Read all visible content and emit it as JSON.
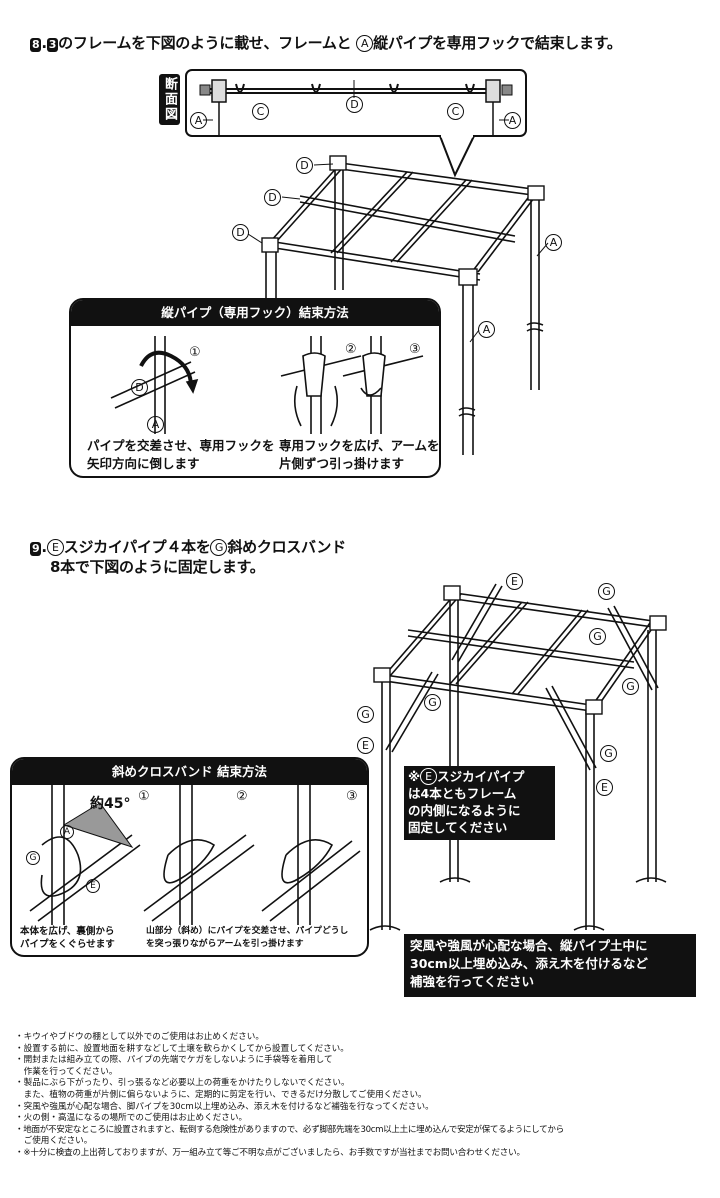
{
  "step8": {
    "badge_a": "8",
    "badge_b": "3",
    "sep": ".",
    "text_a": "のフレームを下図のように載せ、フレームと",
    "circle": "A",
    "text_b": "縦パイプを専用フックで結束します。"
  },
  "section_label": "断面図",
  "labels": {
    "a": "A",
    "c": "C",
    "d": "D",
    "e": "E",
    "g": "G"
  },
  "hook_panel": {
    "title": "縦パイプ（専用フック）結束方法",
    "step1": "①",
    "step2": "②",
    "step3": "③",
    "caption_left": [
      "パイプを交差させ、専用フックを",
      "矢印方向に倒します"
    ],
    "caption_right": [
      "専用フックを広げ、アームを",
      "片側ずつ引っ掛けます"
    ]
  },
  "step9": {
    "badge": "9",
    "sep": ".",
    "circle_e": "E",
    "text_a": "スジカイパイプ４本を",
    "circle_g": "G",
    "text_b": "斜めクロスバンド",
    "line2": "8本で下図のように固定します。"
  },
  "note_inside": [
    "※",
    "E",
    "スジカイパイプ",
    "は4本ともフレーム",
    "の内側になるように",
    "固定してください"
  ],
  "note_wind": [
    "突風や強風が心配な場合、縦パイプ土中に",
    "30cm以上埋め込み、添え木を付けるなど",
    "補強を行ってください"
  ],
  "band_panel": {
    "title": "斜めクロスバンド 結束方法",
    "angle": "約45°",
    "step1": "①",
    "step2": "②",
    "step3": "③",
    "caption_left": [
      "本体を広げ、裏側から",
      "パイプをくぐらせます"
    ],
    "caption_mid": [
      "山部分（斜め）にパイプを交差させ、パイプどうし",
      "を突っ張りながらアームを引っ掛けます"
    ]
  },
  "notes": [
    "・キウイやブドウの棚として以外でのご使用はお止めください。",
    "・設置する前に、設置地面を耕すなどして土壌を軟らかくしてから設置してください。",
    "・開封または組み立ての際、パイプの先端でケガをしないように手袋等を着用して",
    "　作業を行ってください。",
    "・製品にぶら下がったり、引っ張るなど必要以上の荷重をかけたりしないでください。",
    "　また、植物の荷重が片側に偏らないように、定期的に剪定を行い、できるだけ分散してご使用ください。",
    "・突風や強風が心配な場合、脚パイプを30cm以上埋め込み、添え木を付けるなど補強を行なってください。",
    "・火の側・高温になるの場所でのご使用はお止めください。",
    "・地面が不安定なところに設置されますと、転倒する危険性がありますので、必ず脚部先端を30cm以上土に埋め込んで安定が保てるようにしてから",
    "　ご使用ください。",
    "・※十分に検査の上出荷しておりますが、万一組み立て等ご不明な点がございましたら、お手数ですが当社までお問い合わせください。"
  ]
}
